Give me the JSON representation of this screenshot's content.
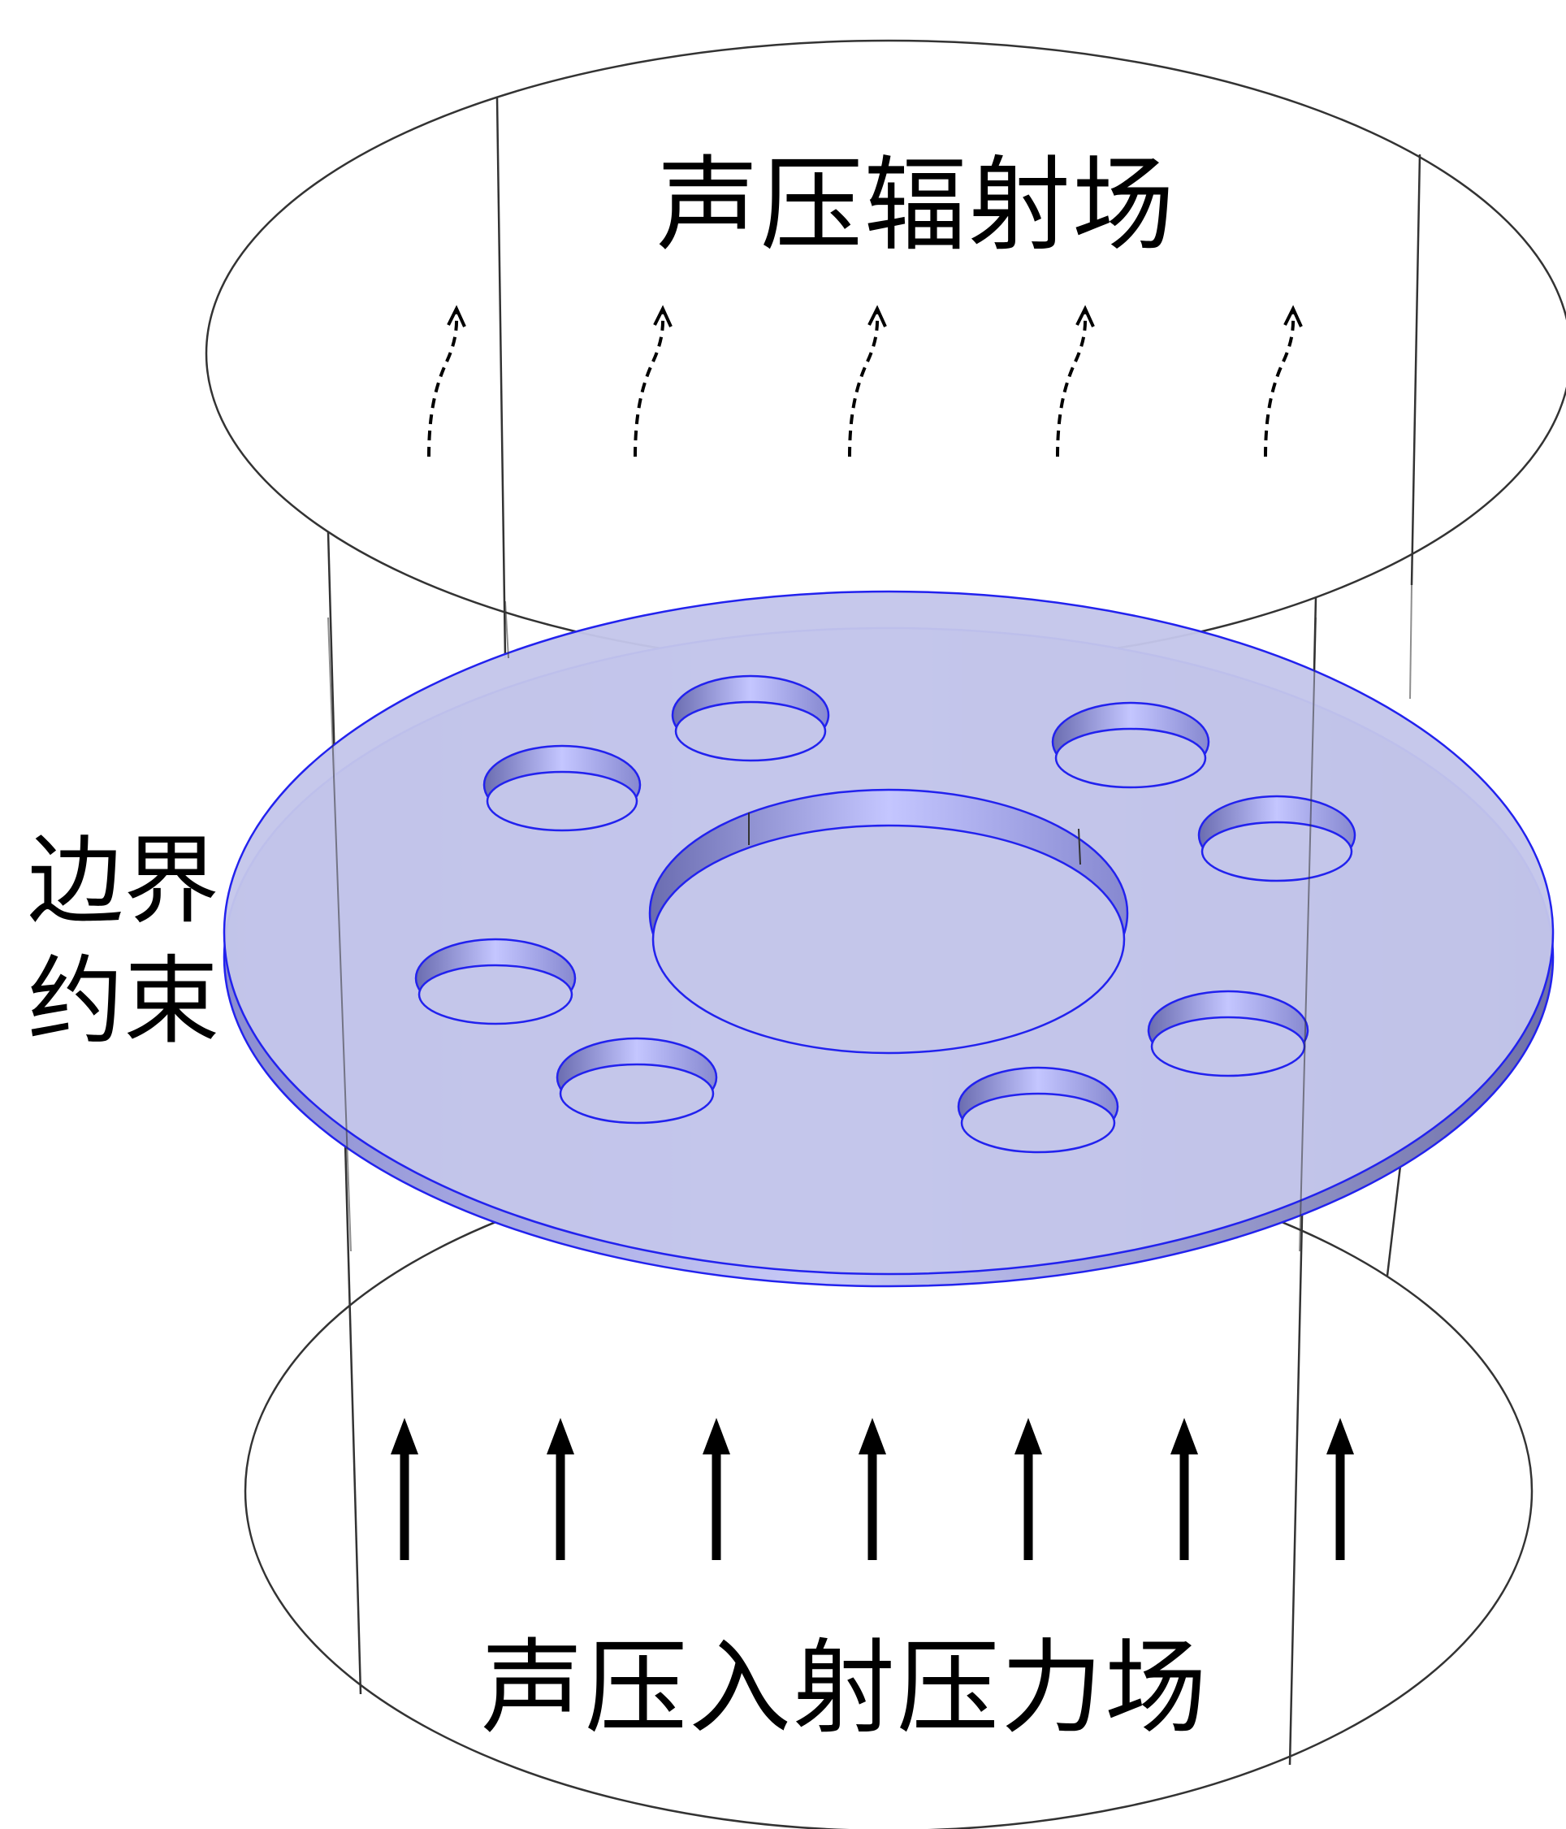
{
  "labels": {
    "top": "声压辐射场",
    "side_line1": "边界",
    "side_line2": "约束",
    "bottom": "声压入射压力场"
  },
  "colors": {
    "plate_face": "#c4c6ea",
    "plate_edge": "#2222ee",
    "plate_rim_light": "#b8baf4",
    "plate_rim_dark": "#7a7cb8",
    "wireframe": "#333333",
    "arrows": "#000000"
  },
  "diagram": {
    "plate_outer_holes": 8,
    "plate_center_holes": 1,
    "radiated_arrow_count": 5,
    "incident_arrow_count": 7
  }
}
